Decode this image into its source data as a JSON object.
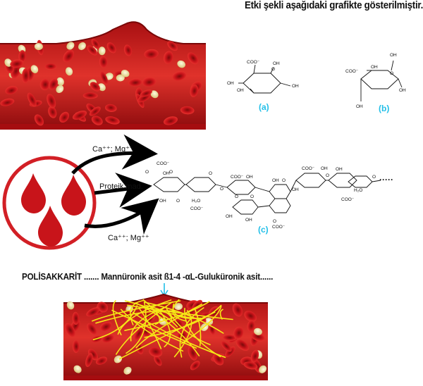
{
  "heading": "Etki şekli aşağıdaki grafikte gösterilmiştir.",
  "structure_labels": {
    "a": "(a)",
    "b": "(b)",
    "c": "(c)"
  },
  "arrow_labels": {
    "top": "Ca⁺⁺; Mg⁺⁺",
    "middle": "Proteik mad.",
    "bottom": "Ca⁺⁺; Mg⁺⁺"
  },
  "polysaccharide_line": "POLİSAKKARİT ....... Mannüronik asit ß1-4 -αL-Guluküronik asit......",
  "chem": {
    "coo": "COO⁻",
    "oh": "OH",
    "o": "O",
    "h2o": "H₂O"
  },
  "colors": {
    "accent_label": "#22bfe8",
    "blood_red": "#c8141a",
    "drop_circle": "#d21f25",
    "fibrin": "#f5e816"
  },
  "icons": [
    "blood-vessel-illustration",
    "blood-drops-icon",
    "fibrin-clot-illustration"
  ]
}
